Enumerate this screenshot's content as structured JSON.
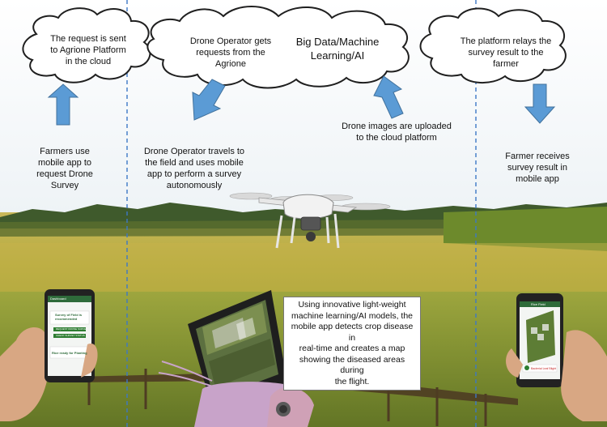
{
  "clouds": [
    {
      "text": "The request is sent\nto Agrione Platform\nin the cloud"
    },
    {
      "text": "Drone Operator gets\nrequests from the\nAgrione"
    },
    {
      "text": "Big Data/Machine\nLearning/AI"
    },
    {
      "text": "The platform relays the\nsurvey result to the\nfarmer"
    }
  ],
  "labels": [
    {
      "text": "Farmers use\nmobile app to\nrequest Drone\nSurvey"
    },
    {
      "text": "Drone Operator travels to\nthe field and uses mobile\napp to perform a survey\nautonomously"
    },
    {
      "text": "Drone images  are uploaded\nto the cloud platform"
    },
    {
      "text": "Farmer receives\nsurvey result in\nmobile app"
    }
  ],
  "callout": {
    "text": "Using innovative light-weight\nmachine learning/AI models, the\nmobile app detects crop disease in\nreal-time and creates a map\nshowing the diseased areas during\nthe flight."
  },
  "phone_left": {
    "header": "Dashboard",
    "card_title": "Survey of Field is\nrecommended",
    "button_1": "REQUEST DRONE SURVEY",
    "button_2": "CHECK SURVEY STATUS",
    "footer": "Rice ready for Planting"
  },
  "phone_right": {
    "header": "Rice Field",
    "footer": "Bacterial Leaf Blight"
  },
  "colors": {
    "arrow": "#5b9bd5",
    "arrow_stroke": "#41719c",
    "divider": "#3d78c6",
    "cloud_stroke": "#1f1f1f",
    "cloud_fill": "#ffffff"
  }
}
